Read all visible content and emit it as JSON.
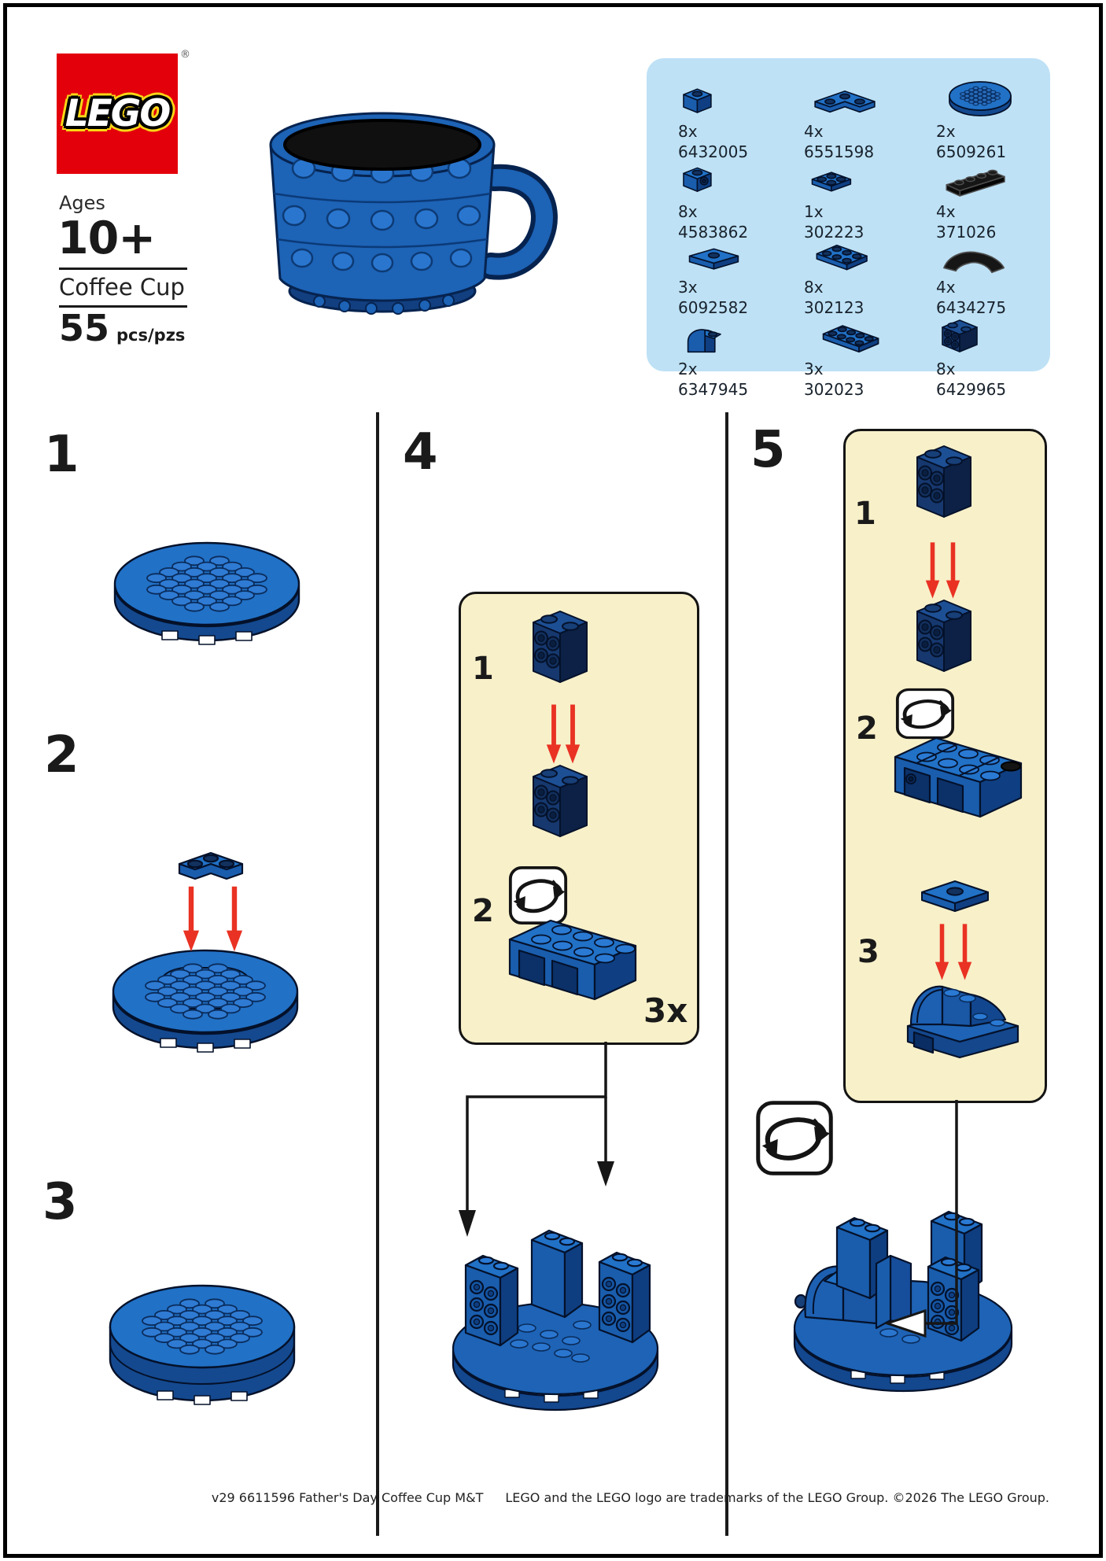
{
  "header": {
    "logo_text": "LEGO",
    "registered_mark": "®",
    "ages_label": "Ages",
    "age_value": "10+",
    "product_name": "Coffee Cup",
    "piece_count": "55",
    "piece_unit": "pcs/pzs"
  },
  "parts_list": {
    "items": [
      {
        "qty": "8x",
        "part_no": "6432005",
        "icon": "brick-1x1-blue"
      },
      {
        "qty": "8x",
        "part_no": "4583862",
        "icon": "brick-1x1-side-stud-blue"
      },
      {
        "qty": "3x",
        "part_no": "6092582",
        "icon": "plate-1x2-jumper-blue"
      },
      {
        "qty": "2x",
        "part_no": "6347945",
        "icon": "brick-1x2-curved-blue"
      },
      {
        "qty": "4x",
        "part_no": "6551598",
        "icon": "plate-2x2-corner-blue"
      },
      {
        "qty": "1x",
        "part_no": "302223",
        "icon": "plate-2x2-blue"
      },
      {
        "qty": "8x",
        "part_no": "302123",
        "icon": "plate-2x3-blue"
      },
      {
        "qty": "3x",
        "part_no": "302023",
        "icon": "plate-2x4-blue"
      },
      {
        "qty": "2x",
        "part_no": "6509261",
        "icon": "plate-6x6-round-blue"
      },
      {
        "qty": "4x",
        "part_no": "371026",
        "icon": "plate-1x4-black"
      },
      {
        "qty": "4x",
        "part_no": "6434275",
        "icon": "arch-curved-black"
      },
      {
        "qty": "8x",
        "part_no": "6429965",
        "icon": "brick-1x2x2-side-studs-navy"
      }
    ]
  },
  "steps": {
    "s1": {
      "label": "1"
    },
    "s2": {
      "label": "2"
    },
    "s3": {
      "label": "3"
    },
    "s4": {
      "label": "4",
      "sub1": "1",
      "sub2": "2",
      "multiplier": "3x"
    },
    "s5": {
      "label": "5",
      "sub1": "1",
      "sub2": "2",
      "sub3": "3"
    }
  },
  "footer": {
    "left": "v29 6611596  Father's Day Coffee Cup M&T",
    "right": "LEGO and the LEGO logo are trademarks of the LEGO Group. ©2026 The LEGO Group."
  },
  "colors": {
    "lego_red": "#E3000B",
    "brick_blue": "#2171C6",
    "brick_navy": "#1D4F94",
    "parts_box_bg": "#BEE1F5",
    "callout_bg": "#F8F0C9",
    "arrow_red": "#E93223"
  }
}
